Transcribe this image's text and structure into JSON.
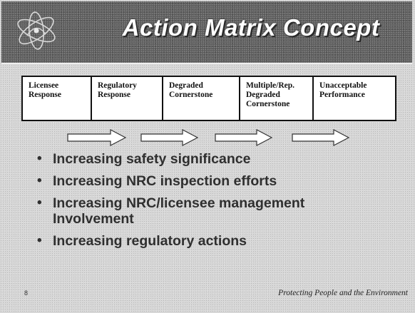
{
  "slide": {
    "title": "Action Matrix Concept",
    "logo_icon": "atom-orbit-logo-icon",
    "matrix_columns": [
      "Licensee\nResponse",
      "Regulatory\nResponse",
      "Degraded\nCornerstone",
      "Multiple/Rep.\nDegraded\nCornerstone",
      "Unacceptable\nPerformance"
    ],
    "arrow_icon": "right-arrow-icon",
    "arrow_count": 4,
    "bullets": [
      "Increasing safety significance",
      "Increasing NRC inspection efforts",
      "Increasing NRC/licensee management\nInvolvement",
      "Increasing regulatory actions"
    ],
    "bullet_symbol": "•",
    "page_number": "8",
    "footer": "Protecting People and the Environment"
  }
}
